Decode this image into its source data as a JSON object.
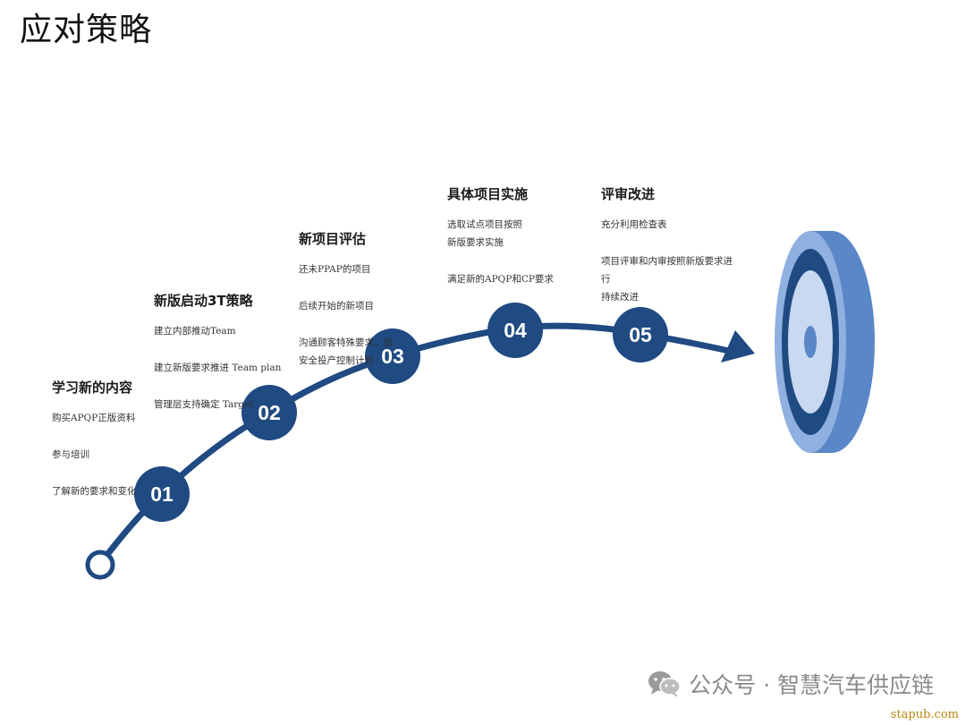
{
  "title": "应对策略",
  "colors": {
    "primary": "#1f4a82",
    "target_light": "#8fb0e0",
    "target_mid": "#5a87c7",
    "target_pale": "#c9d9f1"
  },
  "steps": [
    {
      "number": "01",
      "title": "学习新的内容",
      "items": [
        "购买APQP正版资料",
        "参与培训",
        "了解新的要求和变化"
      ]
    },
    {
      "number": "02",
      "title": "新版启动3T策略",
      "items": [
        "建立内部推动Team",
        "建立新版要求推进 Team plan",
        "管理层支持确定 Target"
      ]
    },
    {
      "number": "03",
      "title": "新项目评估",
      "items": [
        "还未PPAP的项目",
        "后续开始的新项目",
        "沟通顾客特殊要求，如\n安全投产控制计划"
      ]
    },
    {
      "number": "04",
      "title": "具体项目实施",
      "items": [
        "选取试点项目按照\n新版要求实施",
        "满足新的APQP和CP要求"
      ]
    },
    {
      "number": "05",
      "title": "评审改进",
      "items": [
        "充分利用检查表",
        "项目评审和内审按照新版要求进\n行\n持续改进"
      ]
    }
  ],
  "target_icon": "target-icon",
  "watermark": "公众号 · 智慧汽车供应链",
  "site": "stapub.com"
}
